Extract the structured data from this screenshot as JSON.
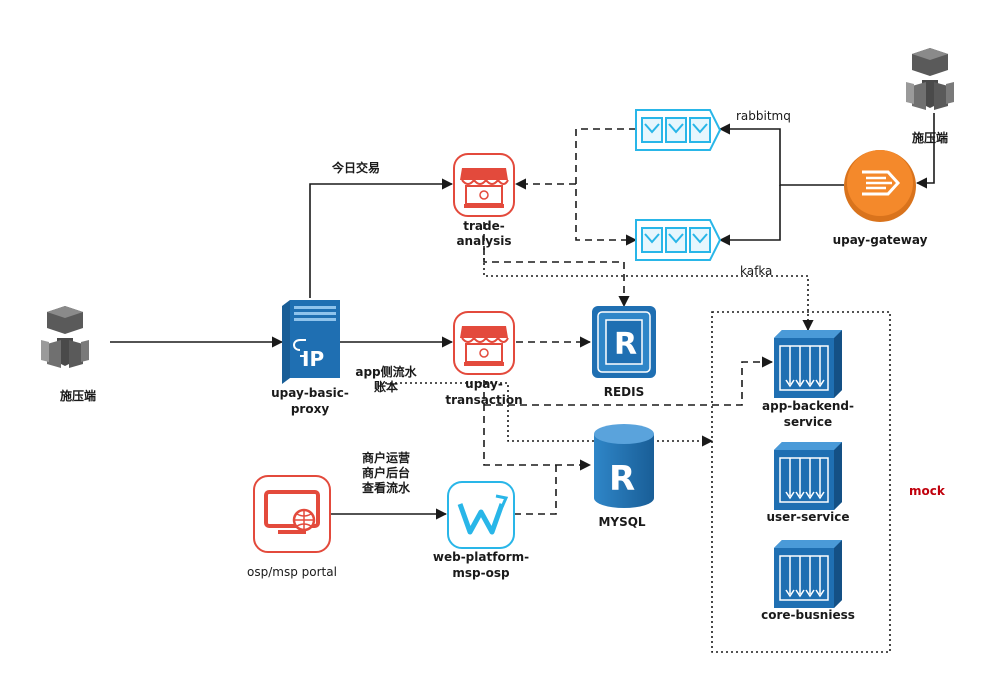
{
  "nodes": {
    "client_left": "施压端",
    "client_right": "施压端",
    "basic_proxy": "upay-basic-proxy",
    "trade_analysis": "trade-analysis",
    "upay_transaction": "upay-transaction",
    "redis": "REDIS",
    "mysql": "MYSQL",
    "gateway": "upay-gateway",
    "rabbitmq": "rabbitmq",
    "kafka": "kafka",
    "portal": "osp/msp portal",
    "web_platform": "web-platform-msp-osp",
    "app_backend": "app-backend-service",
    "user_service": "user-service",
    "core_business": "core-busniess",
    "mock_group": "mock"
  },
  "edge_labels": {
    "today_trade": "今日交易",
    "app_flow_line1": "app侧流水",
    "app_flow_line2": "账本",
    "merchant_line1": "商户运营",
    "merchant_line2": "商户后台",
    "merchant_line3": "查看流水"
  },
  "icons": {
    "client": "user-cube-icon",
    "proxy": "server-ip-icon",
    "store": "store-awning-icon",
    "queue": "message-queue-icon",
    "redis": "redis-chip-icon",
    "mysql": "database-cylinder-icon",
    "gateway": "router-gateway-icon",
    "portal": "web-monitor-icon",
    "web_platform": "w-logo-icon",
    "service": "service-cube-icon"
  },
  "colors": {
    "edge": "#1a1a1a",
    "store_red": "#e34a3c",
    "queue_cyan": "#29b6e8",
    "aws_blue": "#1f6fb2",
    "gateway_orange": "#f4892b",
    "mock_red": "#c0000c",
    "client_gray": "#6e6e6e"
  }
}
